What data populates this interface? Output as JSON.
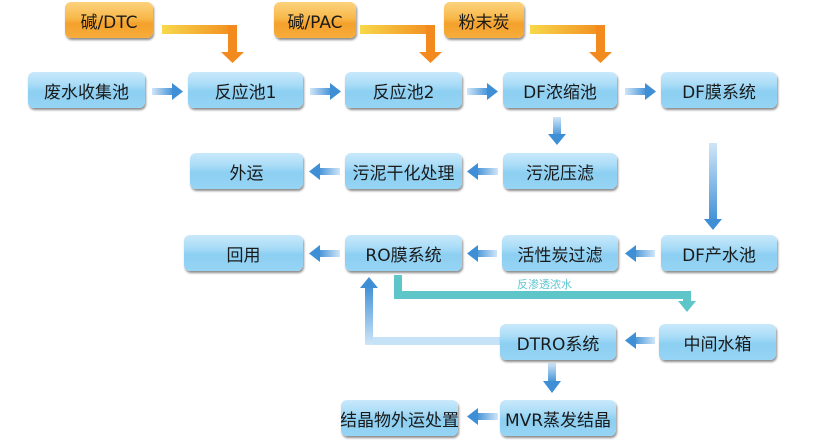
{
  "diagram": {
    "additives": [
      {
        "id": "dtc",
        "label": "碱/DTC"
      },
      {
        "id": "pac",
        "label": "碱/PAC"
      },
      {
        "id": "carbon",
        "label": "粉末炭"
      }
    ],
    "nodes": [
      {
        "id": "collect",
        "label": "废水收集池"
      },
      {
        "id": "react1",
        "label": "反应池1"
      },
      {
        "id": "react2",
        "label": "反应池2"
      },
      {
        "id": "df-conc",
        "label": "DF浓缩池"
      },
      {
        "id": "df-mem",
        "label": "DF膜系统"
      },
      {
        "id": "outbound",
        "label": "外运"
      },
      {
        "id": "sludge-dry",
        "label": "污泥干化处理"
      },
      {
        "id": "sludge-press",
        "label": "污泥压滤"
      },
      {
        "id": "reuse",
        "label": "回用"
      },
      {
        "id": "ro",
        "label": "RO膜系统"
      },
      {
        "id": "ac-filter",
        "label": "活性炭过滤"
      },
      {
        "id": "df-product",
        "label": "DF产水池"
      },
      {
        "id": "dtro",
        "label": "DTRO系统"
      },
      {
        "id": "mid-tank",
        "label": "中间水箱"
      },
      {
        "id": "crystal-out",
        "label": "结晶物外运处置"
      },
      {
        "id": "mvr",
        "label": "MVR蒸发结晶"
      }
    ],
    "edge_labels": {
      "ro_concentrate": "反渗透浓水"
    },
    "colors": {
      "process_box": "#96d4f4",
      "additive_box": "#f7ac3b",
      "flow_arrow": "#3f8fd6",
      "additive_arrow": "#f28a1e",
      "concentrate_arrow": "#5ec6c8"
    }
  }
}
